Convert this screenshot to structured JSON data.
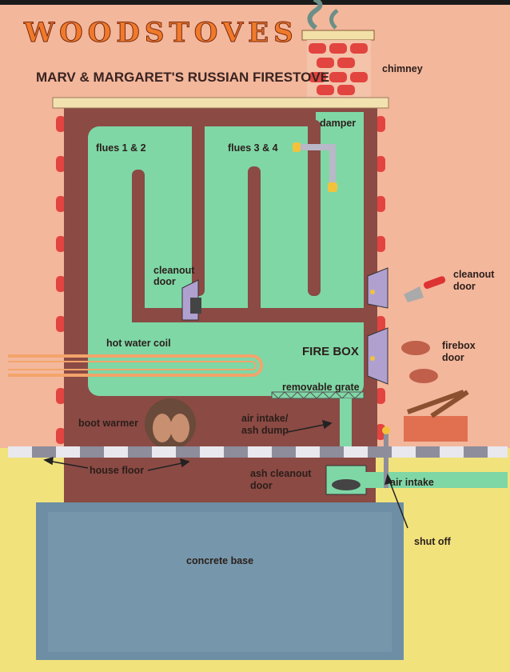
{
  "header": {
    "title": "WOODSTOVES",
    "subtitle": "MARV & MARGARET'S RUSSIAN FIRESTOVE"
  },
  "labels": {
    "chimney": "chimney",
    "damper": "damper",
    "flues_1_2": "flues 1 & 2",
    "flues_3_4": "flues 3 & 4",
    "cleanout_door_inner_1": "cleanout",
    "cleanout_door_inner_2": "door",
    "cleanout_door_outer_1": "cleanout",
    "cleanout_door_outer_2": "door",
    "hot_water_coil": "hot water coil",
    "fire_box": "FIRE BOX",
    "firebox_door_1": "firebox",
    "firebox_door_2": "door",
    "removable_grate": "removable grate",
    "boot_warmer": "boot warmer",
    "air_intake_ash_dump_1": "air intake/",
    "air_intake_ash_dump_2": "ash dump",
    "house_floor": "house floor",
    "ash_cleanout_door_1": "ash cleanout",
    "ash_cleanout_door_2": "door",
    "air_intake": "air intake",
    "shut_off": "shut off",
    "concrete_base": "concrete base"
  }
}
